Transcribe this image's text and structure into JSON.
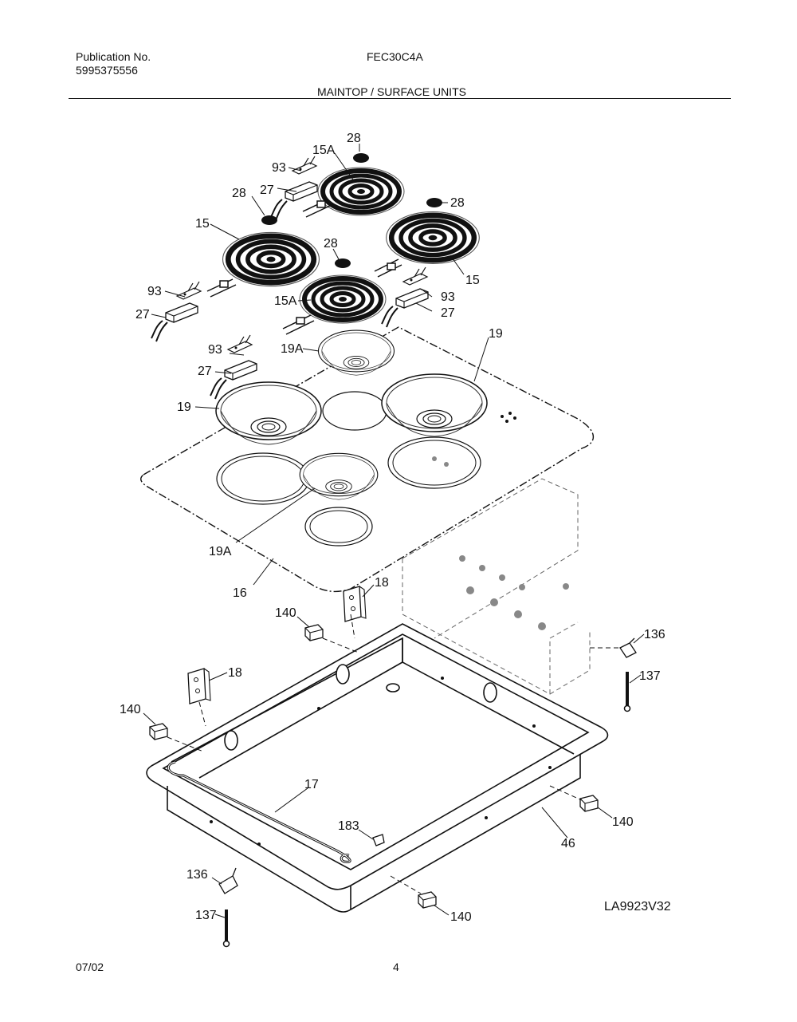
{
  "header": {
    "publication_label": "Publication No.",
    "publication_number": "5995375556",
    "model": "FEC30C4A",
    "section_title": "MAINTOP / SURFACE UNITS"
  },
  "callouts": {
    "p15": "15",
    "p15a": "15A",
    "p16": "16",
    "p17": "17",
    "p18": "18",
    "p19": "19",
    "p19a": "19A",
    "p27": "27",
    "p28": "28",
    "p46": "46",
    "p93": "93",
    "p136": "136",
    "p137": "137",
    "p140": "140",
    "p183": "183"
  },
  "diagram_id": "LA9923V32",
  "footer": {
    "date": "07/02",
    "page": "4"
  }
}
